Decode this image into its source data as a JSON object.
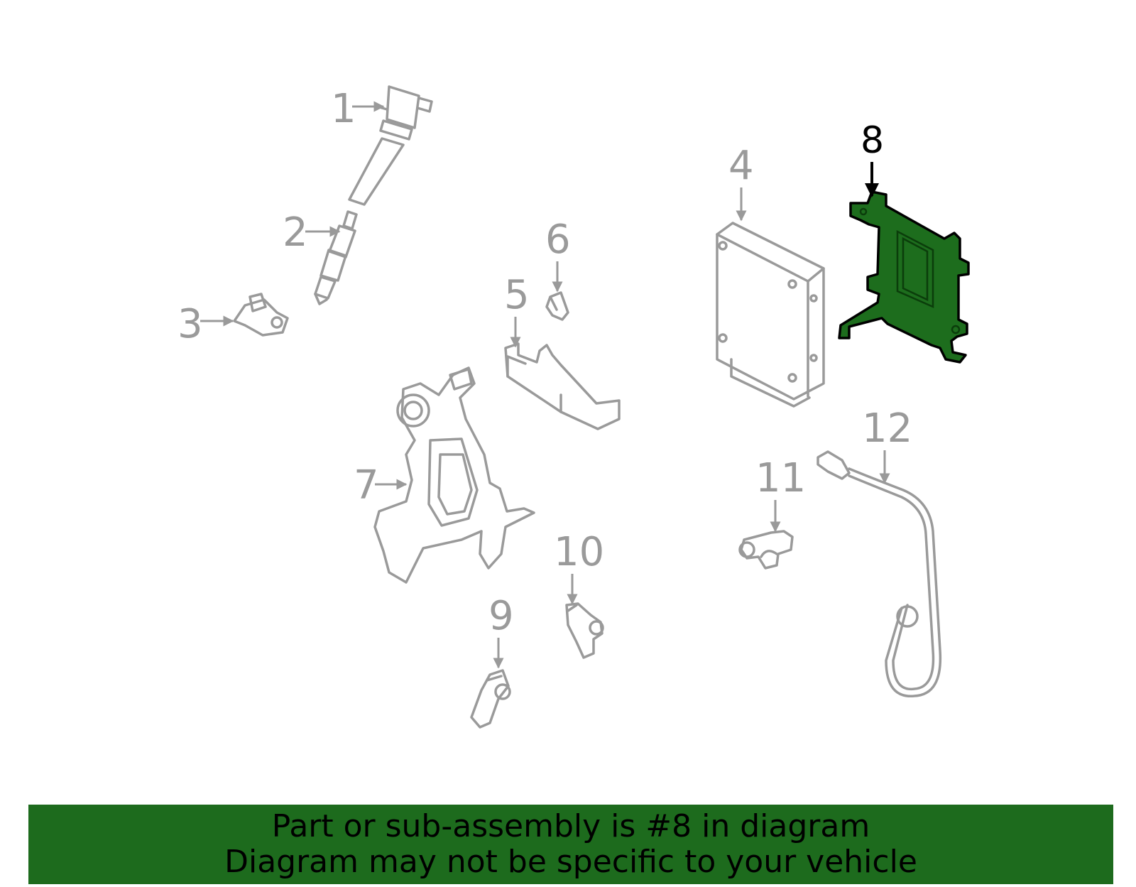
{
  "diagram": {
    "highlighted_part": "8",
    "highlight_color": "#1d6d1d",
    "line_color": "#9a9a9a",
    "callouts": [
      "1",
      "2",
      "3",
      "4",
      "5",
      "6",
      "7",
      "8",
      "9",
      "10",
      "11",
      "12"
    ]
  },
  "banner": {
    "background": "#1d6b1d",
    "line1": "Part or sub-assembly is #8 in diagram",
    "line2": "Diagram may not be specific to your vehicle"
  }
}
